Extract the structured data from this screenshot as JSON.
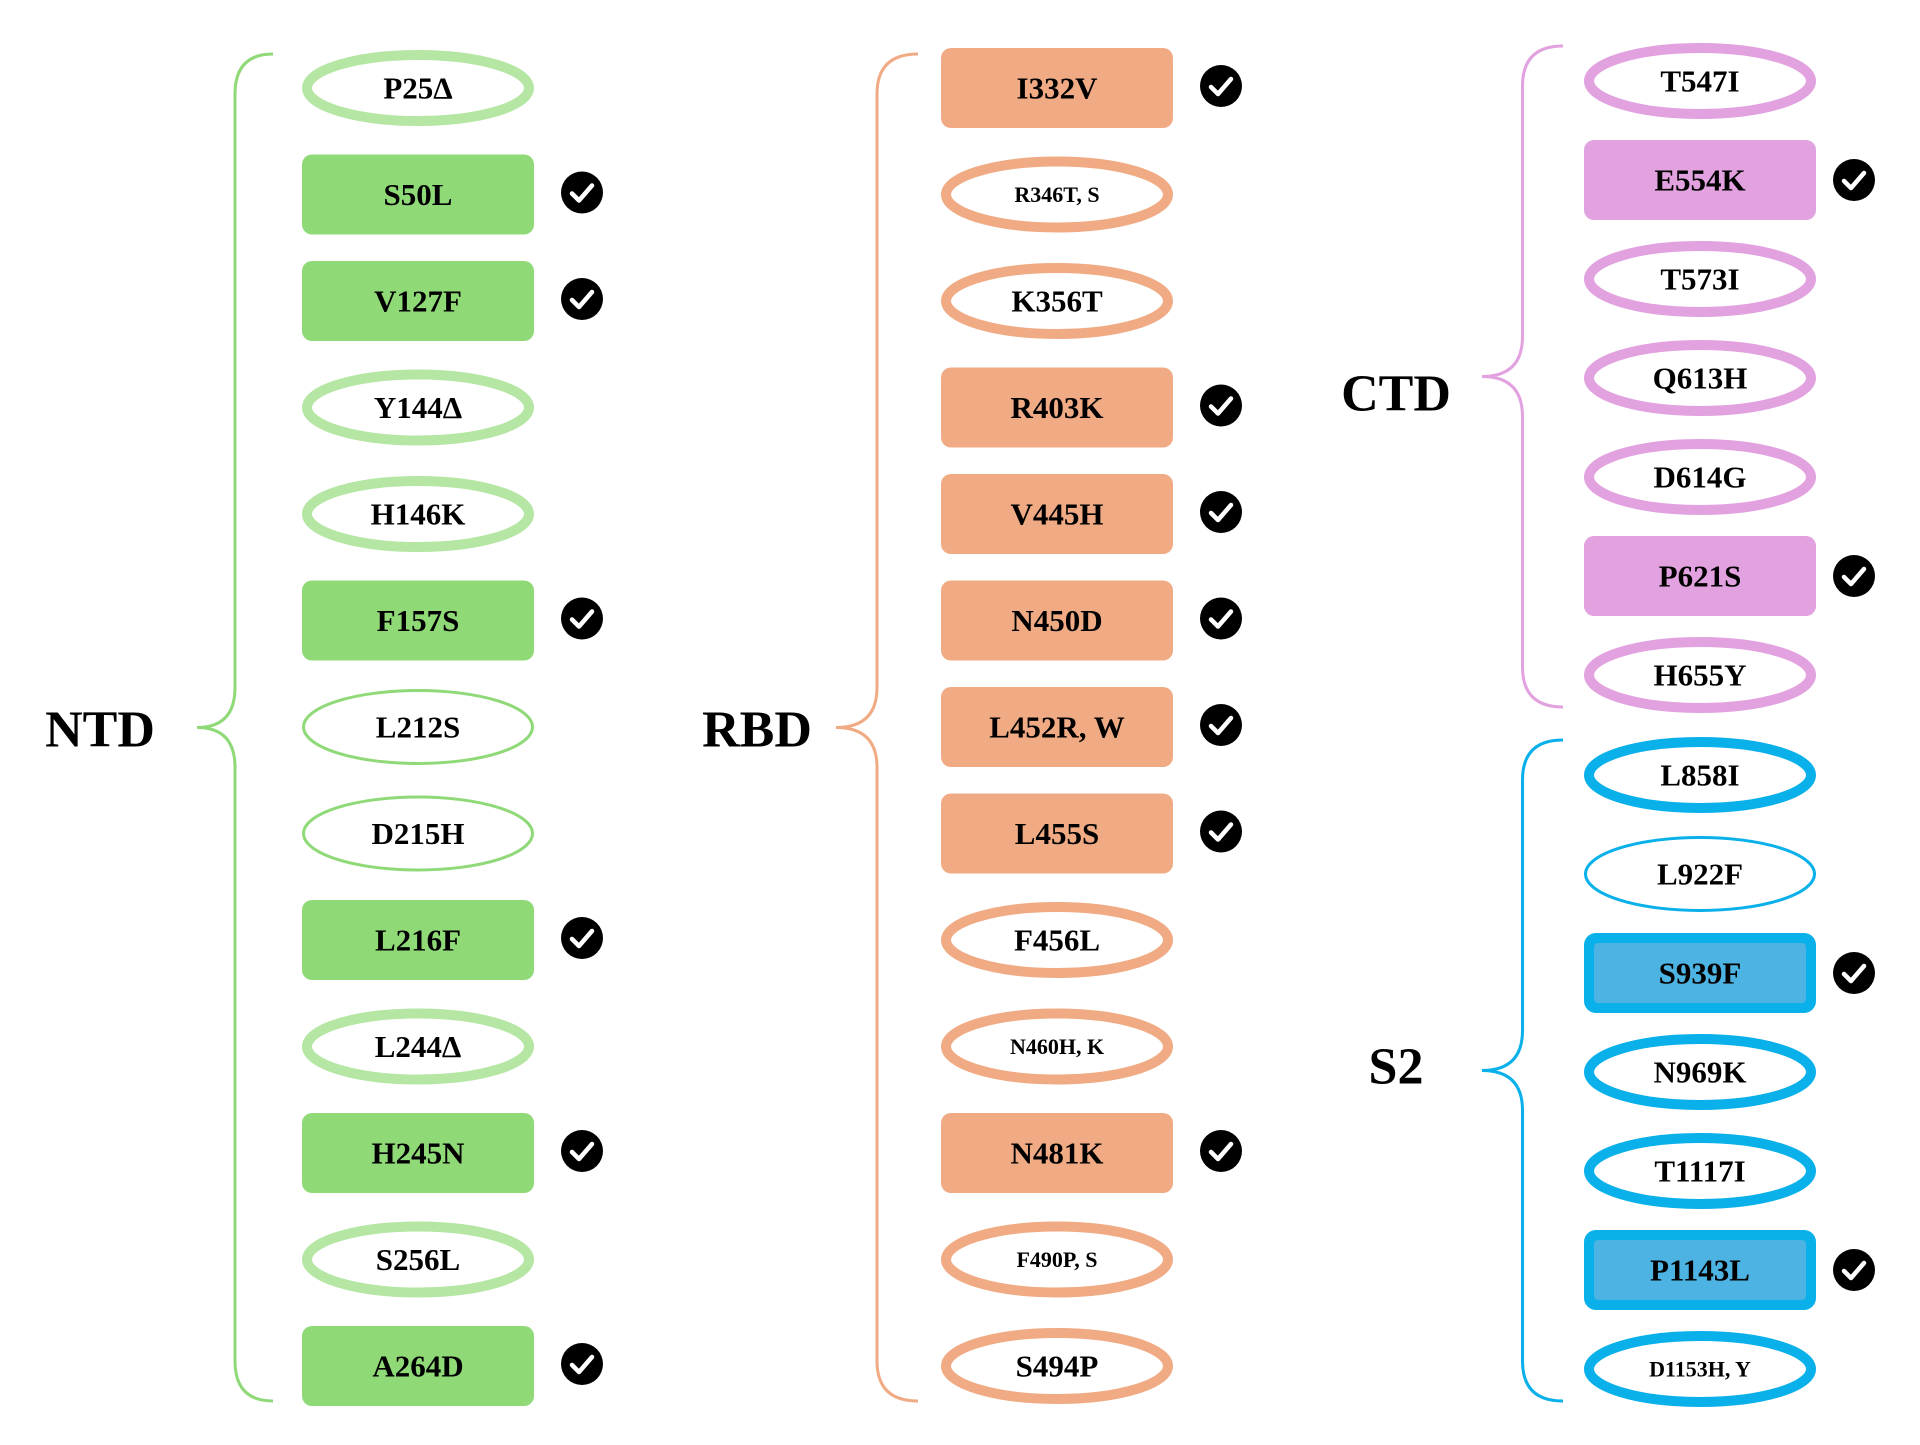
{
  "colors": {
    "NTD": {
      "stroke": "#90d978",
      "light": "#b5e6a3",
      "fill": "#8fd977"
    },
    "RBD": {
      "stroke": "#f0ab84",
      "fill": "#f0ab84"
    },
    "CTD": {
      "stroke": "#e2a1df",
      "fill": "#e2a1df"
    },
    "S2": {
      "stroke": "#0ab0ea",
      "fill": "#4cb3e2"
    }
  },
  "icons": {
    "check": "check-circle-icon"
  },
  "groups": [
    {
      "id": "ntd",
      "label": "NTD",
      "items": [
        {
          "text": "P25Δ",
          "style": "ring-light"
        },
        {
          "text": "S50L",
          "style": "box",
          "check": true
        },
        {
          "text": "V127F",
          "style": "box",
          "check": true
        },
        {
          "text": "Y144Δ",
          "style": "ring-light"
        },
        {
          "text": "H146K",
          "style": "ring-light"
        },
        {
          "text": "F157S",
          "style": "box",
          "check": true
        },
        {
          "text": "L212S",
          "style": "ring-thin"
        },
        {
          "text": "D215H",
          "style": "ring-thin"
        },
        {
          "text": "L216F",
          "style": "box",
          "check": true
        },
        {
          "text": "L244Δ",
          "style": "ring-light"
        },
        {
          "text": "H245N",
          "style": "box",
          "check": true
        },
        {
          "text": "S256L",
          "style": "ring-light"
        },
        {
          "text": "A264D",
          "style": "box",
          "check": true
        }
      ]
    },
    {
      "id": "rbd",
      "label": "RBD",
      "items": [
        {
          "text": "I332V",
          "style": "box",
          "check": true
        },
        {
          "text": "R346T, S",
          "style": "ring",
          "small": true
        },
        {
          "text": "K356T",
          "style": "ring"
        },
        {
          "text": "R403K",
          "style": "box",
          "check": true
        },
        {
          "text": "V445H",
          "style": "box",
          "check": true
        },
        {
          "text": "N450D",
          "style": "box",
          "check": true
        },
        {
          "text": "L452R, W",
          "style": "box",
          "check": true
        },
        {
          "text": "L455S",
          "style": "box",
          "check": true
        },
        {
          "text": "F456L",
          "style": "ring"
        },
        {
          "text": "N460H, K",
          "style": "ring",
          "small": true
        },
        {
          "text": "N481K",
          "style": "box",
          "check": true
        },
        {
          "text": "F490P, S",
          "style": "ring",
          "small": true
        },
        {
          "text": "S494P",
          "style": "ring"
        }
      ]
    },
    {
      "id": "ctd",
      "label": "CTD",
      "items": [
        {
          "text": "T547I",
          "style": "ring"
        },
        {
          "text": "E554K",
          "style": "box",
          "check": true
        },
        {
          "text": "T573I",
          "style": "ring"
        },
        {
          "text": "Q613H",
          "style": "ring"
        },
        {
          "text": "D614G",
          "style": "ring"
        },
        {
          "text": "P621S",
          "style": "box",
          "check": true
        },
        {
          "text": "H655Y",
          "style": "ring"
        }
      ]
    },
    {
      "id": "s2",
      "label": "S2",
      "items": [
        {
          "text": "L858I",
          "style": "ring"
        },
        {
          "text": "L922F",
          "style": "ring-thin"
        },
        {
          "text": "S939F",
          "style": "box-border",
          "check": true
        },
        {
          "text": "N969K",
          "style": "ring"
        },
        {
          "text": "T1117I",
          "style": "ring"
        },
        {
          "text": "P1143L",
          "style": "box-border",
          "check": true
        },
        {
          "text": "D1153H, Y",
          "style": "ring",
          "small": true
        }
      ]
    }
  ]
}
